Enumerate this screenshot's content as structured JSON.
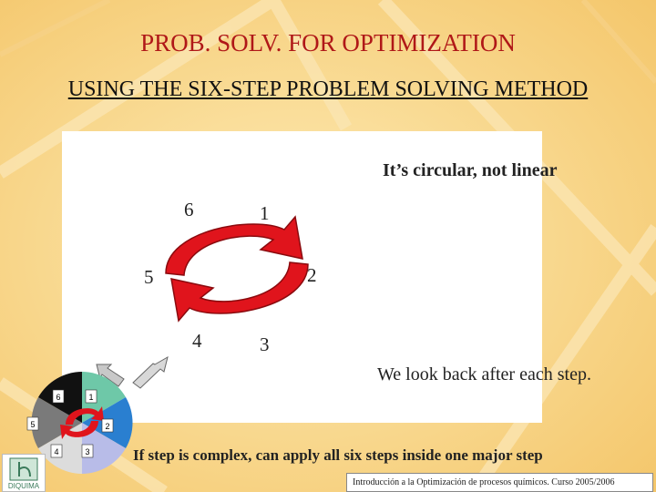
{
  "slide": {
    "title": "PROB. SOLV. FOR OPTIMIZATION",
    "subtitle": "USING THE SIX-STEP PROBLEM SOLVING METHOD"
  },
  "diagram": {
    "note": "It’s circular, not linear",
    "step_labels": [
      "1",
      "2",
      "3",
      "4",
      "5",
      "6"
    ]
  },
  "wheel": {
    "step_labels": [
      "1",
      "2",
      "3",
      "4",
      "5",
      "6"
    ]
  },
  "notes": {
    "look_back": "We look back after each step.",
    "complex": "If step is complex, can apply all six steps inside one major step"
  },
  "footer": {
    "text": "Introducción a la Optimización de procesos químicos. Curso 2005/2006"
  },
  "logo": {
    "text": "DIQUIMA"
  },
  "colors": {
    "title": "#b01818",
    "arrow_red": "#e0141c",
    "background": "#f8d98a"
  }
}
